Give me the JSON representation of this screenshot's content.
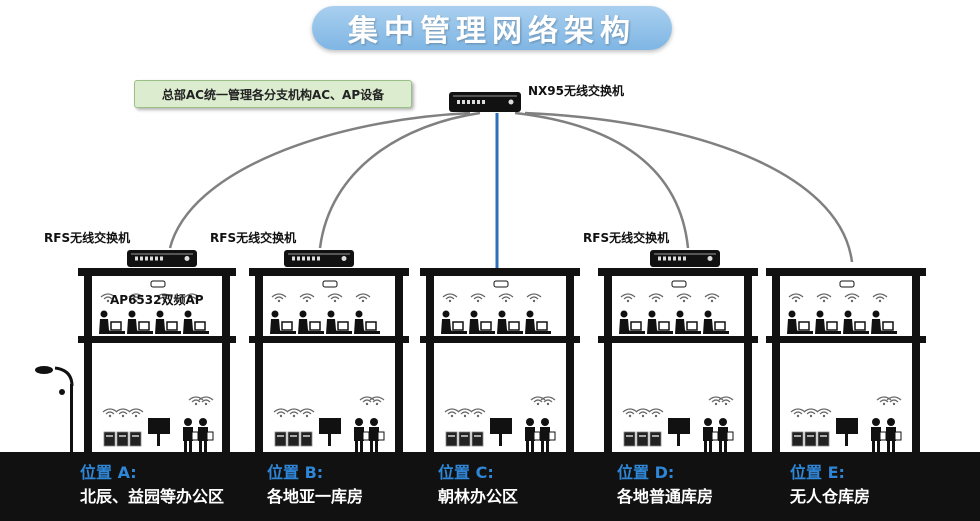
{
  "title": "集中管理网络架构",
  "note": "总部AC统一管理各分支机构AC、AP设备",
  "core_switch_label": "NX95无线交换机",
  "rfs_label": "RFS无线交换机",
  "ap_label": "AP6532双频AP",
  "locations": [
    {
      "title": "位置 A:",
      "name": "北辰、益园等办公区"
    },
    {
      "title": "位置 B:",
      "name": "各地亚一库房"
    },
    {
      "title": "位置 C:",
      "name": "朝林办公区"
    },
    {
      "title": "位置 D:",
      "name": "各地普通库房"
    },
    {
      "title": "位置 E:",
      "name": "无人仓库房"
    }
  ],
  "colors": {
    "title_bg": "#8cc0e8",
    "note_bg": "#dbeccf",
    "link_gray": "#808080",
    "link_blue": "#2e6fba",
    "location_title": "#2f86d6"
  },
  "icons": [
    "wifi-signal-icon",
    "user-at-desk-icon",
    "server-rack-icon",
    "warehouse-worker-icon",
    "street-lamp-icon"
  ]
}
